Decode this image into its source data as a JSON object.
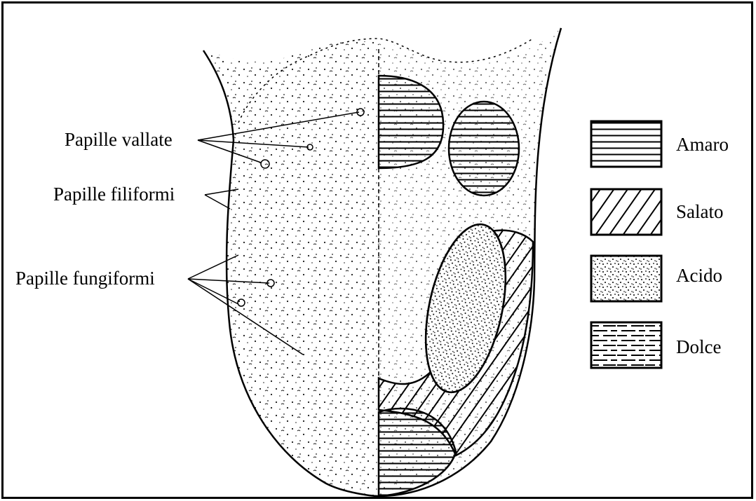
{
  "papille": {
    "vallate": "Papille vallate",
    "filiformi": "Papille filiformi",
    "fungiformi": "Papille fungiformi"
  },
  "legend": [
    {
      "label": "Amaro",
      "pattern": "horizontal-lines"
    },
    {
      "label": "Salato",
      "pattern": "diagonal-lines"
    },
    {
      "label": "Acido",
      "pattern": "dots"
    },
    {
      "label": "Dolce",
      "pattern": "dashed-lines"
    }
  ]
}
